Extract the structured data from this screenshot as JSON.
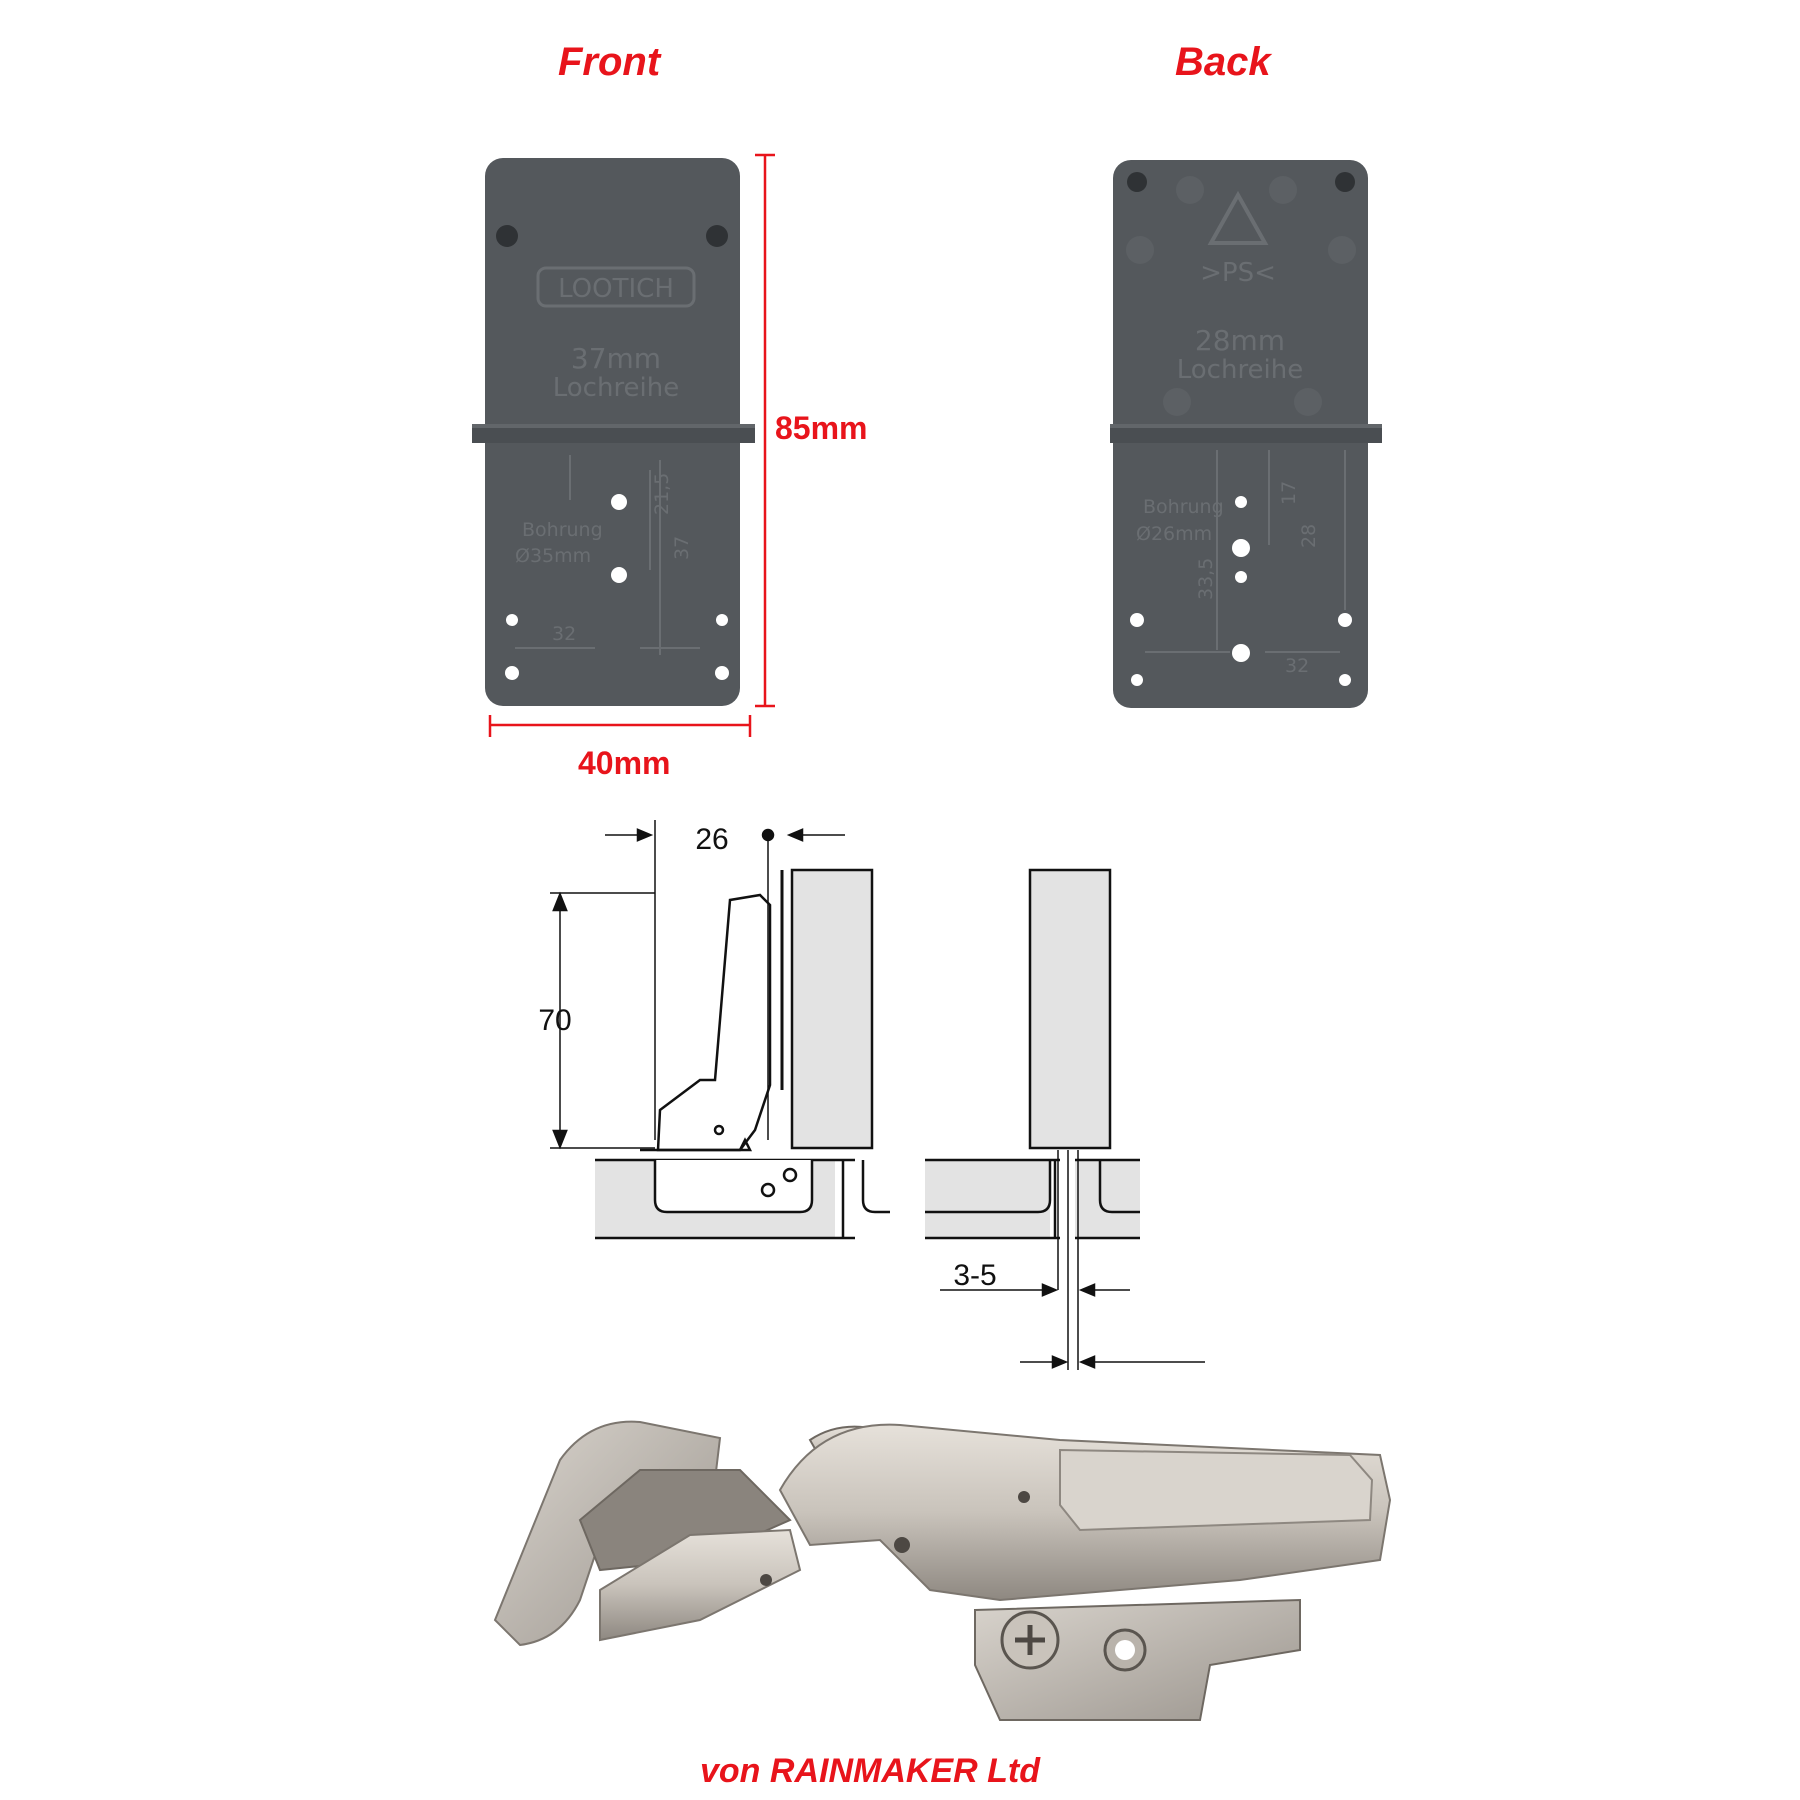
{
  "header": {
    "front_label": "Front",
    "back_label": "Back"
  },
  "front_plate": {
    "brand": "LOOTICH",
    "row_spacing": "37mm",
    "row_word": "Lochreihe",
    "bore_word": "Bohrung",
    "bore_diameter": "Ø35mm",
    "dim_32": "32",
    "dim_37": "37",
    "dim_21_5": "21,5"
  },
  "back_plate": {
    "recycle_code": ">PS<",
    "row_spacing": "28mm",
    "row_word": "Lochreihe",
    "bore_word": "Bohrung",
    "bore_diameter": "Ø26mm",
    "dim_32": "32",
    "dim_28": "28",
    "dim_33_5": "33,5",
    "dim_17": "17"
  },
  "dimensions": {
    "height": "85mm",
    "width": "40mm"
  },
  "drawing": {
    "dim_26": "26",
    "dim_70": "70",
    "dim_3_5": "3-5"
  },
  "footer": {
    "credit": "von RAINMAKER Ltd"
  },
  "colors": {
    "accent_red": "#e8141b",
    "plate_gray": "#54585c",
    "hinge_metal": "#c9c3bb"
  }
}
